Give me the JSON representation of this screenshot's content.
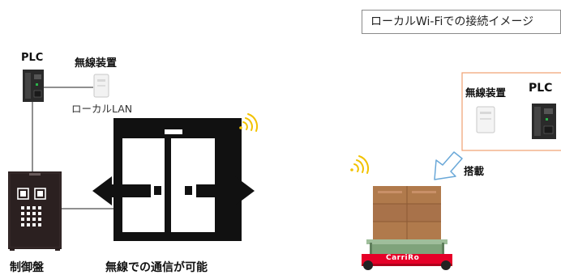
{
  "caption": "ローカルWi-Fiでの接続イメージ",
  "left": {
    "plc_label": "PLC",
    "wireless_label": "無線装置",
    "lan_label": "ローカルLAN",
    "control_panel_label": "制御盤",
    "door_caption": "無線での通信が可能"
  },
  "right": {
    "wireless_label": "無線装置",
    "plc_label": "PLC",
    "mount_label": "搭載",
    "robot_brand": "CarriRo"
  },
  "colors": {
    "accent_orange": "#f0a070",
    "signal_yellow": "#f2c200",
    "arrow_blue": "#6aa8d8",
    "box_brown": "#b07a4c",
    "cart_red": "#e60028",
    "deck_green": "#9fbe9b"
  }
}
